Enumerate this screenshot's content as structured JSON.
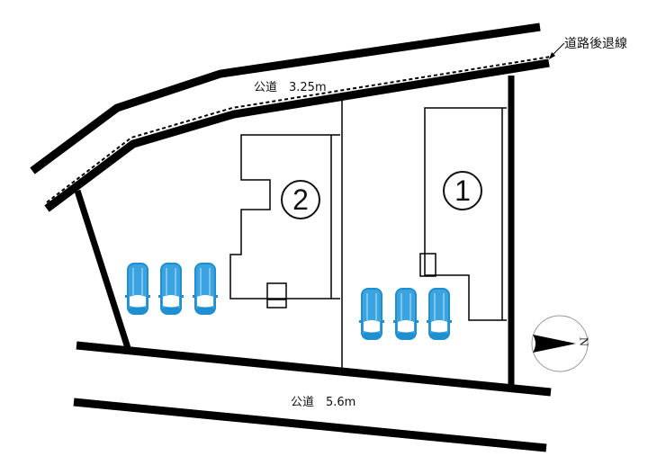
{
  "plan": {
    "road_top": {
      "label": "公道　3.25m",
      "name": "公道",
      "width": "3.25m"
    },
    "road_bottom": {
      "label": "公道　5.6m",
      "name": "公道",
      "width": "5.6m"
    },
    "setback_line": {
      "label": "道路後退線"
    },
    "lots": [
      {
        "number": "1",
        "symbol": "①",
        "parking_spaces": 3
      },
      {
        "number": "2",
        "symbol": "②",
        "parking_spaces": 3
      }
    ],
    "compass": {
      "direction_label": "N",
      "pointing": "right"
    }
  },
  "colors": {
    "line": "#000000",
    "car_body": "#1f8fd0",
    "car_fill": "#3aa3e0",
    "compass_circle": "#999999",
    "background": "#ffffff"
  }
}
